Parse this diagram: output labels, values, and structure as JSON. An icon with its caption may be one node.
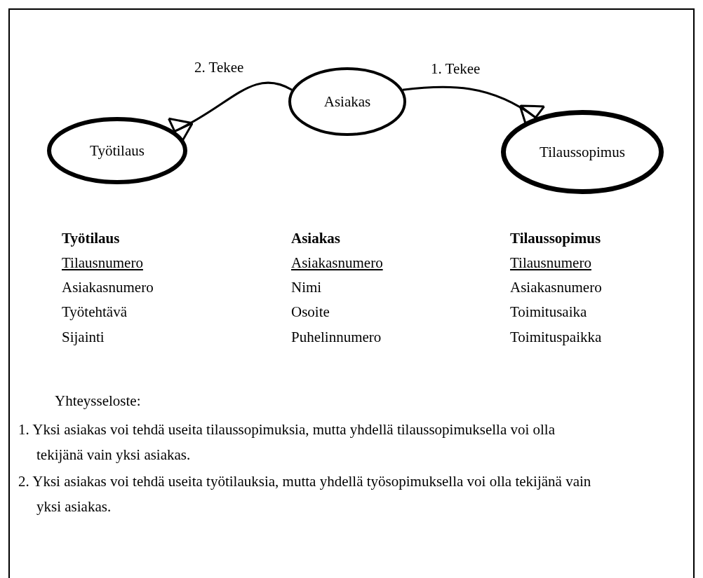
{
  "diagram": {
    "nodes": [
      {
        "text": [
          "Asiakas"
        ]
      },
      {
        "text": [
          "Työtilaus"
        ]
      },
      {
        "text": [
          "Tilaussopimus"
        ]
      }
    ],
    "edges": [
      {
        "from": 0,
        "to": 1,
        "arrow": "other",
        "label": "2. Tekee"
      },
      {
        "from": 0,
        "to": 2,
        "arrow": "other",
        "label": "1. Tekee"
      }
    ],
    "labels": [
      "Työtilaus",
      "Tilausnumero",
      "Asiakasnumero",
      "Työtehtävä",
      "Sijainti",
      "Asiakas",
      "Asiakasnumero",
      "Nimi",
      "Osoite",
      "Puhelinnumero",
      "Tilaussopimus",
      "Tilausnumero",
      "Asiakasnumero",
      "Toimitusaika",
      "Toimituspaikka",
      "Yhteysseloste:",
      "1. Yksi asiakas voi tehdä useita tilaussopimuksia, mutta yhdellä tilaussopimuksella voi olla tekijänä vain yksi asiakas.",
      "2. Yksi asiakas voi tehdä useita työtilauksia, mutta yhdellä työsopimuksella voi olla tekijänä vain yksi asiakas."
    ]
  }
}
